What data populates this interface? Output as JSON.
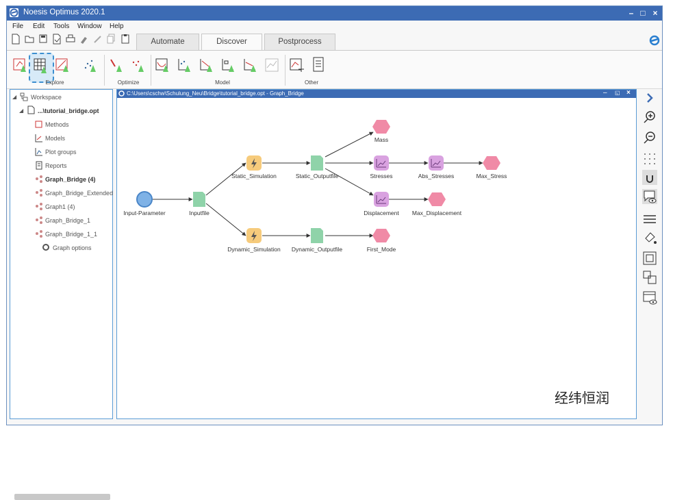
{
  "app": {
    "title": "Noesis Optimus 2020.1"
  },
  "menu": [
    "File",
    "Edit",
    "Tools",
    "Window",
    "Help"
  ],
  "tabs": [
    {
      "label": "Automate",
      "active": false
    },
    {
      "label": "Discover",
      "active": true
    },
    {
      "label": "Postprocess",
      "active": false
    }
  ],
  "ribbon": {
    "groups": [
      "Explore",
      "Optimize",
      "Model",
      "Other"
    ]
  },
  "tree": {
    "root": "Workspace",
    "project": "...\\tutorial_bridge.opt",
    "items": [
      "Methods",
      "Models",
      "Plot groups",
      "Reports"
    ],
    "graphs": [
      "Graph_Bridge (4)",
      "Graph_Bridge_Extended",
      "Graph1 (4)",
      "Graph_Bridge_1",
      "Graph_Bridge_1_1"
    ],
    "options": "Graph options"
  },
  "graph": {
    "title": "C:\\Users\\cschw\\Schulung_Neu\\Bridge\\tutorial_bridge.opt - Graph_Bridge",
    "nodes": {
      "input": "Input-Parameter",
      "inputfile": "Inputfile",
      "static_sim": "Static_Simulation",
      "dynamic_sim": "Dynamic_Simulation",
      "static_out": "Static_Outputfile",
      "dynamic_out": "Dynamic_Outputfile",
      "mass": "Mass",
      "stresses": "Stresses",
      "abs_stresses": "Abs_Stresses",
      "max_stress": "Max_Stress",
      "displacement": "Displacement",
      "max_displacement": "Max_Displacement",
      "first_mode": "First_Mode"
    }
  },
  "watermark": "经纬恒润",
  "colors": {
    "titlebar": "#3c6bb4",
    "pane_border": "#5a9bd5",
    "input_node": "#7fb2e6",
    "file_node": "#8fd3a9",
    "sim_node": "#f6cb7c",
    "response_node": "#f08aa6",
    "stat_node": "#d9a2e0"
  }
}
